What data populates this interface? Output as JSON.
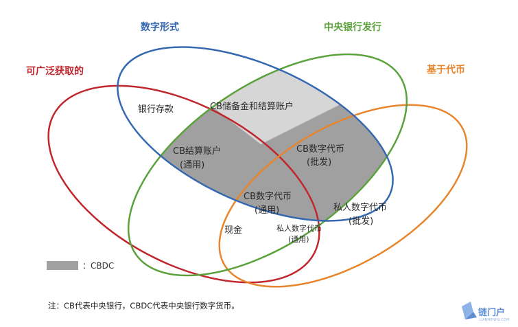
{
  "sets": {
    "accessible": {
      "title": "可广泛获取的",
      "color": "#c0272d"
    },
    "digital": {
      "title": "数字形式",
      "color": "#3468b0"
    },
    "central_bank": {
      "title": "中央银行发行",
      "color": "#5ba23c"
    },
    "token": {
      "title": "基于代币",
      "color": "#e8852c"
    }
  },
  "regions": {
    "bank_deposits": "银行存款",
    "cb_reserves": "CB储备金和结算账户",
    "cb_accounts_line1": "CB结算账户",
    "cb_accounts_line2": "(通用)",
    "cb_digital_wholesale_line1": "CB数字代币",
    "cb_digital_wholesale_line2": "(批发)",
    "cb_digital_general_line1": "CB数字代币",
    "cb_digital_general_line2": "(通用)",
    "private_wholesale_line1": "私人数字代币",
    "private_wholesale_line2": "(批发)",
    "cash": "现金",
    "private_general_line1": "私人数字代币",
    "private_general_line2": "(通用)"
  },
  "legend": {
    "label": "：CBDC",
    "swatch_color": "#a0a0a0"
  },
  "note": "注：CB代表中央银行，CBDC代表中央银行数字货币。",
  "watermark": {
    "name": "链门户",
    "sub": "LIANMENHU.COM"
  }
}
